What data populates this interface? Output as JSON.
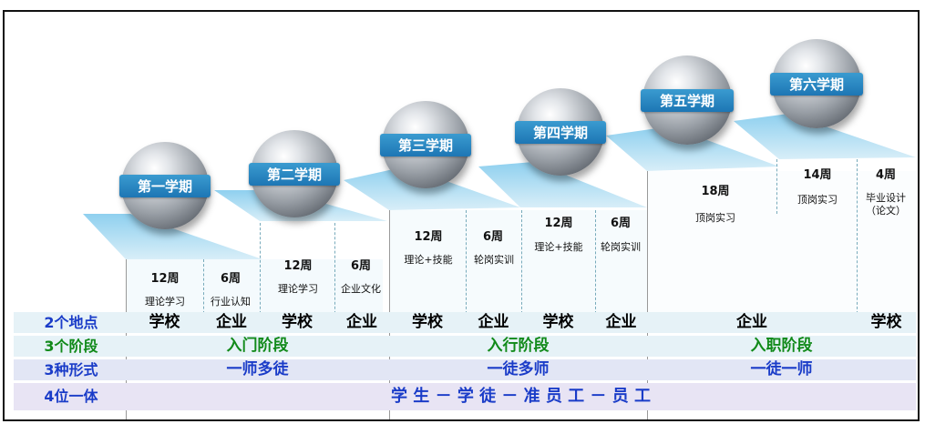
{
  "semesters": [
    "第一学期",
    "第二学期",
    "第三学期",
    "第四学期",
    "第五学期",
    "第六学期"
  ],
  "blocks": [
    {
      "weeks": "12周",
      "content": "理论学习"
    },
    {
      "weeks": "6周",
      "content": "行业认知"
    },
    {
      "weeks": "12周",
      "content": "理论学习"
    },
    {
      "weeks": "6周",
      "content": "企业文化"
    },
    {
      "weeks": "12周",
      "content": "理论+技能"
    },
    {
      "weeks": "6周",
      "content": "轮岗实训"
    },
    {
      "weeks": "12周",
      "content": "理论+技能"
    },
    {
      "weeks": "6周",
      "content": "轮岗实训"
    },
    {
      "weeks": "18周",
      "content": "顶岗实习"
    },
    {
      "weeks": "14周",
      "content": "顶岗实习"
    },
    {
      "weeks": "4周",
      "content": "毕业设计（论文）"
    }
  ],
  "rows": {
    "places": {
      "label": "2个地点",
      "cells": [
        "学校",
        "企业",
        "学校",
        "企业",
        "学校",
        "企业",
        "学校",
        "企业",
        "企业",
        "学校"
      ]
    },
    "stages": {
      "label": "3个阶段",
      "cells": [
        "入门阶段",
        "入行阶段",
        "入职阶段"
      ]
    },
    "forms": {
      "label": "3种形式",
      "cells": [
        "一师多徒",
        "一徒多师",
        "一徒一师"
      ]
    },
    "unity": {
      "label": "4位一体",
      "text": "学 生 － 学 徒 － 准 员 工 － 员 工"
    }
  },
  "colors": {
    "ball_label": "#2188c6",
    "stage_text": "#118a1a",
    "form_text": "#1a3cc8",
    "unity_text": "#1a3cc8",
    "label_text": "#1a3cc8",
    "row_bg1": "#e6f2f7",
    "row_bg2": "#e2e6f5",
    "row_bg3": "#e8e4f4"
  }
}
